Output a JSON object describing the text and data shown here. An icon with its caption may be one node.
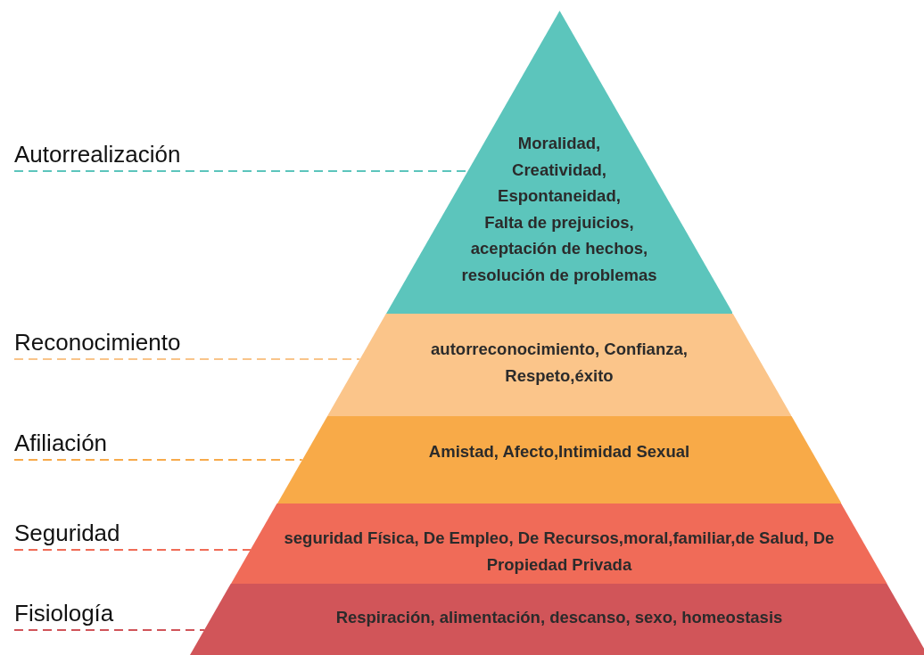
{
  "diagram": {
    "nodes": [
      {
        "text": [
          "Autorrealización"
        ]
      },
      {
        "text": [
          "Moralidad, Creatividad, Espontaneidad, Falta de prejuicios, aceptación de hechos, resolución de problemas"
        ]
      },
      {
        "text": [
          "Reconocimiento"
        ]
      },
      {
        "text": [
          "autorreconocimiento, Confianza, Respeto,éxito"
        ]
      },
      {
        "text": [
          "Afiliación"
        ]
      },
      {
        "text": [
          "Amistad, Afecto,Intimidad Sexual"
        ]
      },
      {
        "text": [
          "Seguridad"
        ]
      },
      {
        "text": [
          "seguridad Física, De Empleo, De Recursos,moral,familiar,de Salud, De Propiedad Privada"
        ]
      },
      {
        "text": [
          "Fisiología"
        ]
      },
      {
        "text": [
          "Respiración, alimentación, descanso, sexo, homeostasis"
        ]
      }
    ],
    "edges": [
      {
        "from": 0,
        "to": 1,
        "arrow": "none",
        "style": "dashed",
        "color": "#5cc5bc"
      },
      {
        "from": 2,
        "to": 3,
        "arrow": "none",
        "style": "dashed",
        "color": "#f9c48a"
      },
      {
        "from": 4,
        "to": 5,
        "arrow": "none",
        "style": "dashed",
        "color": "#f7aa4b"
      },
      {
        "from": 6,
        "to": 7,
        "arrow": "none",
        "style": "dashed",
        "color": "#f06c57"
      },
      {
        "from": 8,
        "to": 9,
        "arrow": "none",
        "style": "dashed",
        "color": "#d05459"
      }
    ]
  }
}
